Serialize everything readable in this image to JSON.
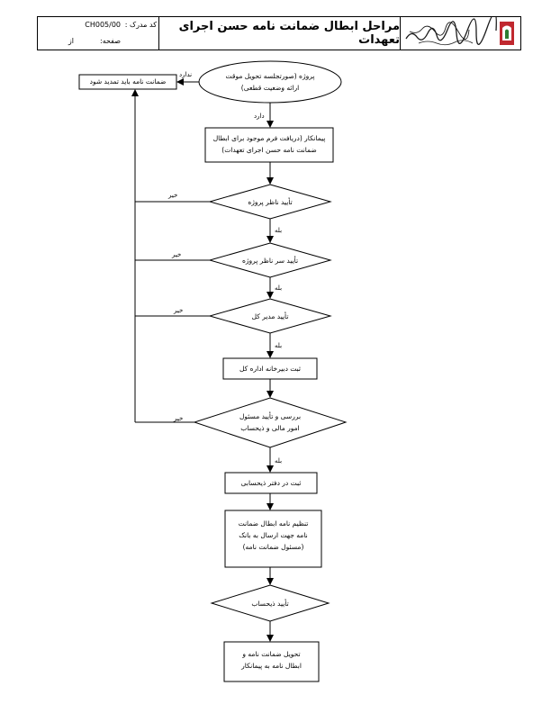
{
  "header": {
    "title": "مراحل ابطال ضمانت نامه حسن اجرای تعهدات",
    "code_label": "کد مدرک :",
    "code_value": "CH005/00",
    "page_label": "صفحه:",
    "of_label": "از"
  },
  "nodes": {
    "start": "پروژه (صورتجلسه تحویل موقت\nارائه وضعیت قطعی)",
    "extend": "ضمانت نامه باید تمدید شود",
    "contractor": "پیمانکار (دریافت فرم موجود برای ابطال\nضمانت نامه حسن اجرای تعهدات)",
    "d1": "تأیید ناظر پروژه",
    "d2": "تأیید سر ناظر پروژه",
    "d3": "تأیید مدیر کل",
    "reg1": "ثبت  دبیرخانه اداره کل",
    "d4": "بررسی و تأیید مسئول\nامور مالی و ذیحساب",
    "reg2": "ثبت  در دفتر ذیحسابی",
    "prep": "تنظیم نامه ابطال ضمانت\nنامه جهت ارسال به بانک\n(مسئول ضمانت نامه)",
    "d5": "تأیید ذیحساب",
    "final": "تحویل ضمانت نامه و\nابطال نامه به پیمانکار"
  },
  "labels": {
    "nadarad": "ندارد",
    "darad": "دارد",
    "no1": "خیر",
    "no2": "خیر",
    "no3": "خیر",
    "no4": "خیر",
    "yes1": "بله",
    "yes2": "بله",
    "yes3": "بله",
    "yes4": "بله"
  }
}
